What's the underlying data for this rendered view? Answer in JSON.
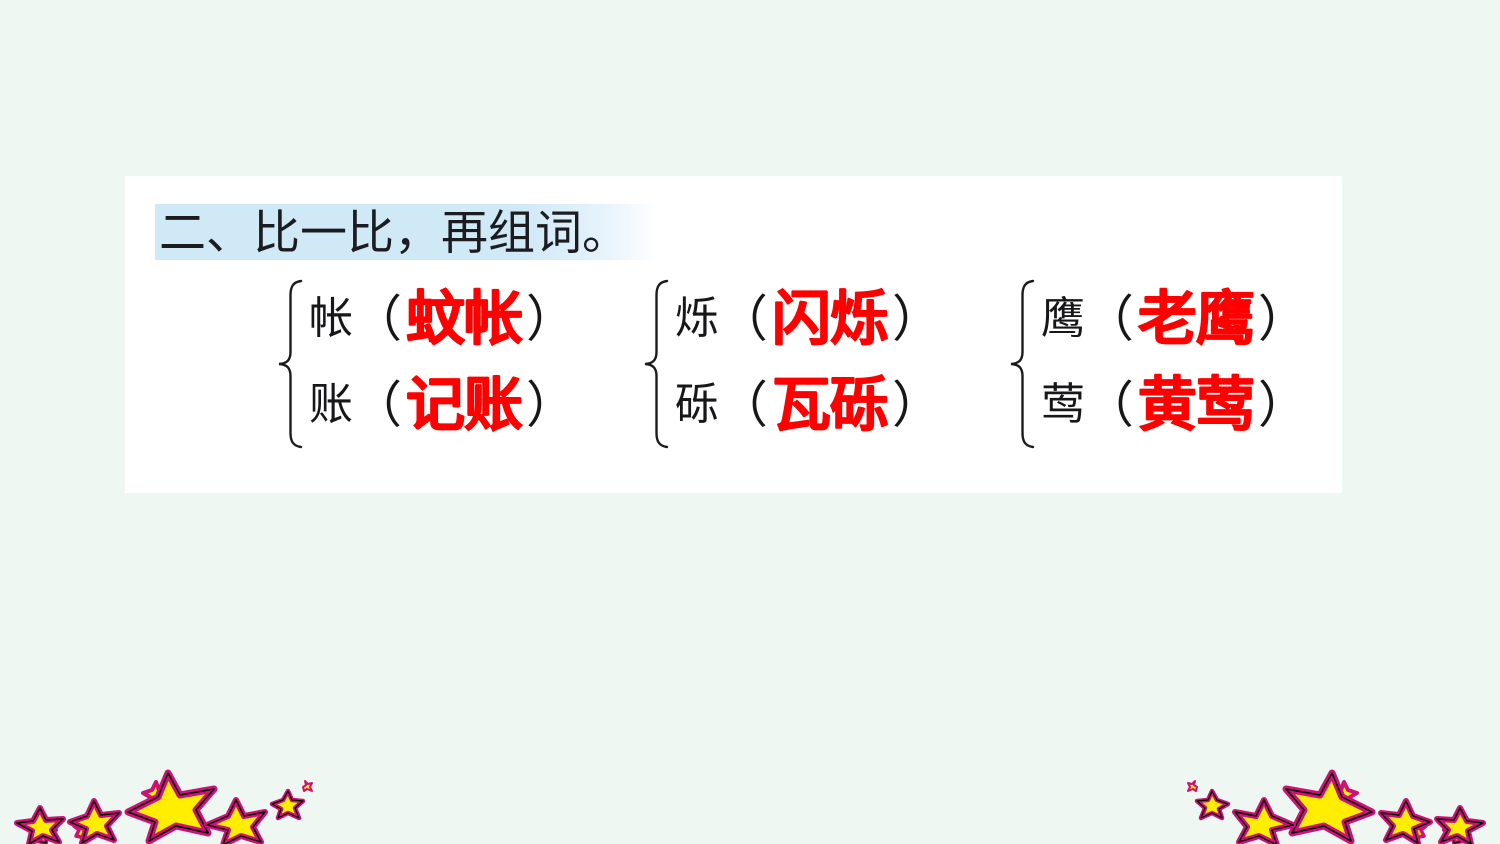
{
  "page": {
    "background_color": "#eff7f3",
    "card_background": "#ffffff"
  },
  "heading": {
    "text": "二、比一比，再组词。",
    "highlight_color": "#cfe9f7",
    "text_color": "#1c1c20"
  },
  "exercise": {
    "answer_color": "#ff0000",
    "prompt_color": "#17171a",
    "paren_open": "（",
    "paren_close": "）",
    "groups": [
      {
        "brace": "left-curly-brace",
        "rows": [
          {
            "prompt_char": "帐",
            "answer": "蚊帐"
          },
          {
            "prompt_char": "账",
            "answer": "记账"
          }
        ]
      },
      {
        "brace": "left-curly-brace",
        "rows": [
          {
            "prompt_char": "烁",
            "answer": "闪烁"
          },
          {
            "prompt_char": "砾",
            "answer": "瓦砾"
          }
        ]
      },
      {
        "brace": "left-curly-brace",
        "rows": [
          {
            "prompt_char": "鹰",
            "answer": "老鹰"
          },
          {
            "prompt_char": "莺",
            "answer": "黄莺"
          }
        ]
      }
    ]
  },
  "decorations": {
    "star_fill": "#ffee00",
    "star_outline": "#cc1177",
    "star_edge": "#000000",
    "left_label": "star-cluster-left",
    "right_label": "star-cluster-right"
  }
}
